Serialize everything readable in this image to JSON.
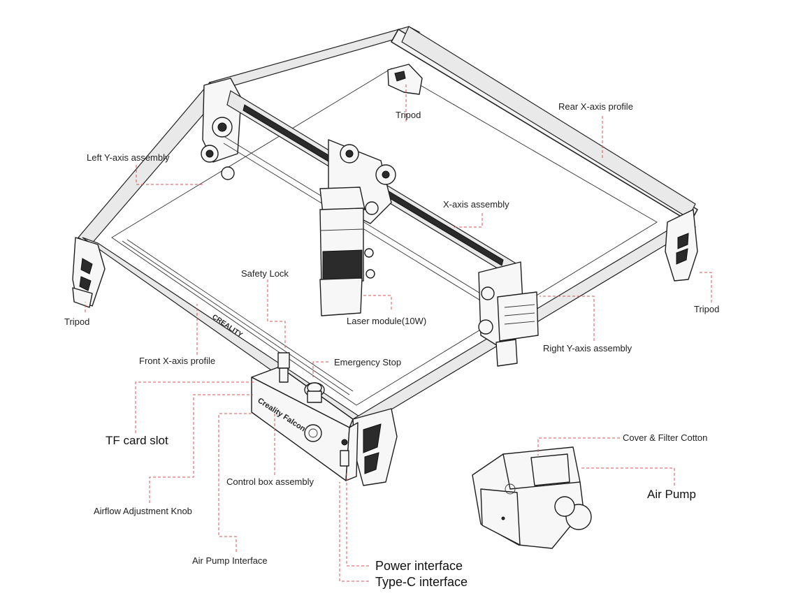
{
  "labels": {
    "tripod_top": "Tripod",
    "rear_x_axis_profile": "Rear X-axis profile",
    "left_y_axis_assembly": "Left Y-axis assembly",
    "x_axis_assembly": "X-axis assembly",
    "safety_lock": "Safety Lock",
    "tripod_right": "Tripod",
    "laser_module": "Laser module(10W)",
    "tripod_left": "Tripod",
    "right_y_axis_assembly": "Right Y-axis assembly",
    "front_x_axis_profile": "Front X-axis profile",
    "emergency_stop": "Emergency Stop",
    "tf_card_slot": "TF card slot",
    "cover_filter_cotton": "Cover & Filter Cotton",
    "control_box_assembly": "Control box assembly",
    "air_pump": "Air Pump",
    "airflow_adjustment_knob": "Airflow Adjustment Knob",
    "air_pump_interface": "Air Pump Interface",
    "power_interface": "Power interface",
    "type_c_interface": "Type-C interface"
  },
  "device_text": {
    "brand_front_profile": "CREALITY",
    "control_box_brand": "Creality Falcon"
  },
  "colors": {
    "leader_line": "#d9534f",
    "outline": "#222222",
    "label_text": "#222222"
  }
}
